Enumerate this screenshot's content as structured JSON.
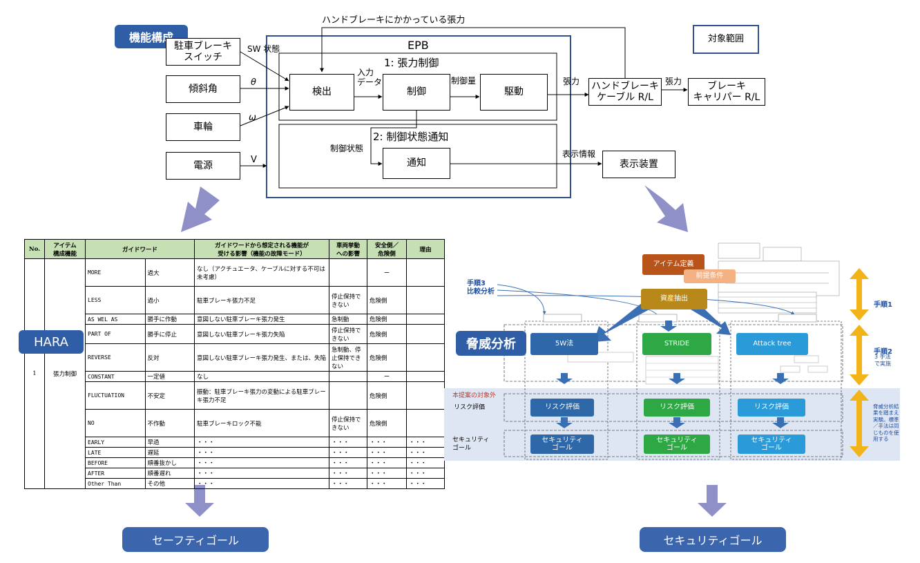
{
  "function_diagram": {
    "tag": "機能構成",
    "scope_label": "対象範囲",
    "top_feedback_label": "ハンドブレーキにかかっている張力",
    "epb_title": "EPB",
    "section1_title": "1: 張力制御",
    "section2_title": "2: 制御状態通知",
    "inputs": {
      "switch": "駐車ブレーキ\nスイッチ",
      "tilt": "傾斜角",
      "wheel": "車輪",
      "power": "電源"
    },
    "input_signals": {
      "sw": "SW 状態",
      "theta": "θ",
      "omega": "ω",
      "v": "V"
    },
    "blocks": {
      "detect": "検出",
      "control": "制御",
      "drive": "駆動",
      "notify": "通知",
      "handbrake": "ハンドブレーキ\nケーブル R/L",
      "caliper": "ブレーキ\nキャリパー R/L",
      "display": "表示装置"
    },
    "flow_labels": {
      "input_data": "入力\nデータ",
      "control_amount": "制御量",
      "tension1": "張力",
      "tension2": "張力",
      "control_state": "制御状態",
      "display_info": "表示情報"
    }
  },
  "hara": {
    "tag": "HARA",
    "headers": [
      "No.",
      "アイテム\n構成機能",
      "ガイドワード",
      "ガイドワードから想定される機能が\n受ける影響（機能の故障モード）",
      "車両挙動\nへの影響",
      "安全側／\n危険側",
      "理由"
    ],
    "item_no": "1",
    "item_function": "張力制御",
    "rows": [
      {
        "gw": "MORE",
        "gw_ja": "過大",
        "effect": "なし（アクチュエータ、ケーブルに対する不可は未考慮）",
        "vehicle": "",
        "side": "ー",
        "reason": ""
      },
      {
        "gw": "LESS",
        "gw_ja": "過小",
        "effect": "駐車ブレーキ張力不足",
        "vehicle": "停止保持できない",
        "side": "危険側",
        "reason": ""
      },
      {
        "gw": "AS WEL AS",
        "gw_ja": "勝手に作動",
        "effect": "意図しない駐車ブレーキ張力発生",
        "vehicle": "急制動",
        "side": "危険側",
        "reason": ""
      },
      {
        "gw": "PART OF",
        "gw_ja": "勝手に停止",
        "effect": "意図しない駐車ブレーキ張力失陥",
        "vehicle": "停止保持できない",
        "side": "危険側",
        "reason": ""
      },
      {
        "gw": "REVERSE",
        "gw_ja": "反対",
        "effect": "意図しない駐車ブレーキ張力発生、または、失陥",
        "vehicle": "急制動、停止保持できない",
        "side": "危険側",
        "reason": ""
      },
      {
        "gw": "CONSTANT",
        "gw_ja": "一定値",
        "effect": "なし",
        "vehicle": "",
        "side": "ー",
        "reason": ""
      },
      {
        "gw": "FLUCTUATION",
        "gw_ja": "不安定",
        "effect": "振動：駐車ブレーキ張力の変動による駐車ブレーキ張力不足",
        "vehicle": "",
        "side": "危険側",
        "reason": ""
      },
      {
        "gw": "NO",
        "gw_ja": "不作動",
        "effect": "駐車ブレーキロック不能",
        "vehicle": "停止保持できない",
        "side": "危険側",
        "reason": ""
      },
      {
        "gw": "EARLY",
        "gw_ja": "早過",
        "effect": "・・・",
        "vehicle": "・・・",
        "side": "・・・",
        "reason": "・・・"
      },
      {
        "gw": "LATE",
        "gw_ja": "遅延",
        "effect": "・・・",
        "vehicle": "・・・",
        "side": "・・・",
        "reason": "・・・"
      },
      {
        "gw": "BEFORE",
        "gw_ja": "順番抜かし",
        "effect": "・・・",
        "vehicle": "・・・",
        "side": "・・・",
        "reason": "・・・"
      },
      {
        "gw": "AFTER",
        "gw_ja": "順番遅れ",
        "effect": "・・・",
        "vehicle": "・・・",
        "side": "・・・",
        "reason": "・・・"
      },
      {
        "gw": "Other Than",
        "gw_ja": "その他",
        "effect": "・・・",
        "vehicle": "・・・",
        "side": "・・・",
        "reason": "・・・"
      }
    ],
    "goal": "セーフティゴール"
  },
  "threat": {
    "tag": "脅威分析",
    "step1": "手順1",
    "step2": "手順2",
    "step2_note": "3 手法\nで実施",
    "step3": "手順3\n比較分析",
    "item_def": "アイテム定義",
    "precondition": "前提条件",
    "asset": "資産抽出",
    "methods": [
      "5W法",
      "STRIDE",
      "Attack tree"
    ],
    "out_of_scope": "本提案の対象外",
    "risk_row_label": "リスク評価",
    "goal_row_label": "セキュリティ\nゴール",
    "risk_box": "リスク評価",
    "goal_box": "セキュリティ\nゴール",
    "step3_note": "脅威分析結果を踏まえ実験。標準／手法は同じものを使用する",
    "goal": "セキュリティゴール",
    "colors": {
      "m1": "#2e68a8",
      "m2": "#2ea844",
      "m3": "#2a9ad8",
      "item": "#b8541a",
      "asset": "#b8881a",
      "arrow": "#8f90c8",
      "gold": "#f2b318"
    }
  }
}
